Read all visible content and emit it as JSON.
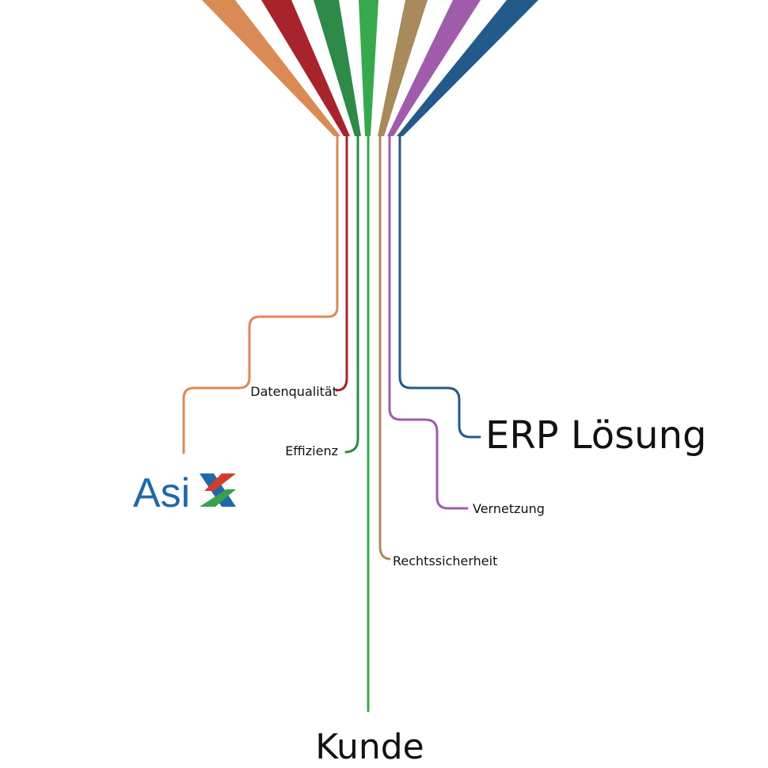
{
  "colors": {
    "orange": "#d98a55",
    "red": "#a8242c",
    "darkgreen": "#2e8a48",
    "green": "#37a84e",
    "brown": "#a98a5c",
    "purple": "#a05cab",
    "blue": "#245a8a",
    "logo_blue": "#2068a8",
    "logo_red": "#d23c2c",
    "logo_green": "#3ca04c"
  },
  "labels": {
    "datenqualitaet": "Datenqualität",
    "effizienz": "Effizienz",
    "erp": "ERP Lösung",
    "vernetzung": "Vernetzung",
    "rechtssicherheit": "Rechtssicherheit",
    "kunde": "Kunde"
  },
  "logo": {
    "text": "Asi",
    "mark_icon": "x-mark-icon"
  }
}
